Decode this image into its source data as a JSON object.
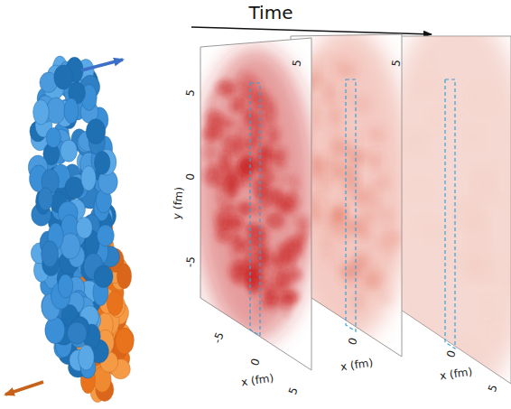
{
  "diagram": {
    "labels": [
      "Time",
      "5",
      "0",
      "-5",
      "y (fm)",
      "-5",
      "0",
      "x (fm)",
      "5",
      "5",
      "0",
      "x (fm)",
      "5",
      "0",
      "x (fm)",
      "5"
    ]
  }
}
